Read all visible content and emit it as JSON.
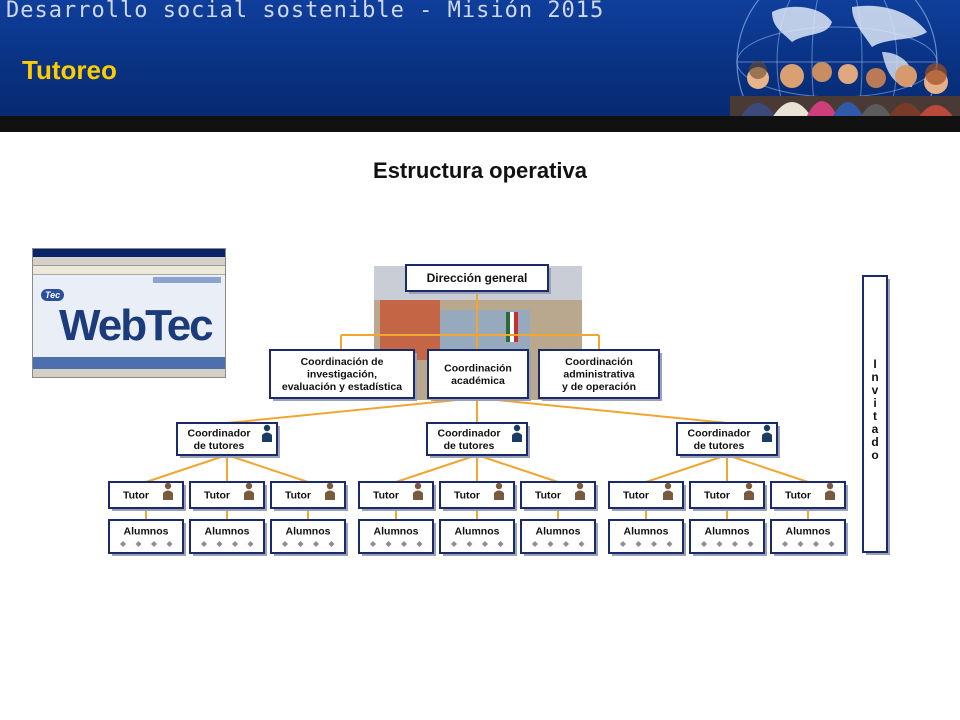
{
  "header": {
    "title": "Desarrollo social sostenible - Misión 2015",
    "subtitle": "Tutoreo",
    "colors": {
      "banner": "#0a3487",
      "subtitle": "#ffcc00",
      "bar": "#111111"
    }
  },
  "page_title": "Estructura operativa",
  "thumbnail": {
    "logo": "WebTec",
    "badge": "Tec"
  },
  "org_chart": {
    "top": "Dirección general",
    "coordinations": [
      [
        "Coordinación de",
        "investigación,",
        "evaluación y estadística"
      ],
      [
        "Coordinación",
        "académica"
      ],
      [
        "Coordinación",
        "administrativa",
        "y de operación"
      ]
    ],
    "coordinator": [
      "Coordinador",
      "de tutores"
    ],
    "tutor": "Tutor",
    "students": "Alumnos",
    "guest": "Invitado",
    "colors": {
      "line": "#f0a630",
      "box_border": "#1a2a6b",
      "icon": "#1a3d66",
      "tutor_icon": "#7a5a3c"
    }
  }
}
